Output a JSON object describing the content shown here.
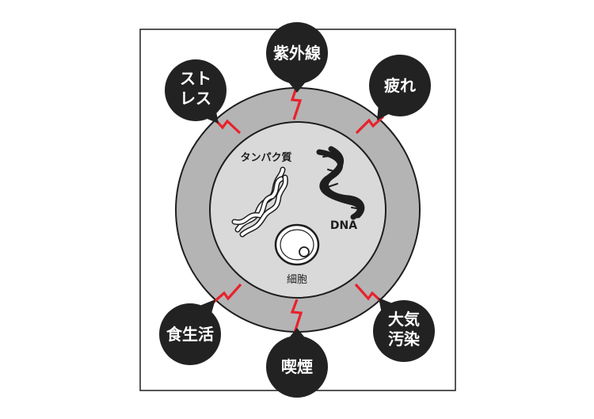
{
  "stressors": {
    "uv": "紫外線",
    "stress_line1": "スト",
    "stress_line2": "レス",
    "fatigue": "疲れ",
    "diet": "食生活",
    "smoking": "喫煙",
    "pollution_line1": "大気",
    "pollution_line2": "汚染"
  },
  "cell": {
    "protein_label": "タンパク質",
    "dna_label": "DNA",
    "cell_label": "細胞"
  },
  "colors": {
    "frame": "#1e1e1e",
    "outer_ring": "#b4b4b4",
    "inner_disc": "#d9d9d9",
    "bubble": "#222222",
    "lightning": "#e8212b"
  }
}
